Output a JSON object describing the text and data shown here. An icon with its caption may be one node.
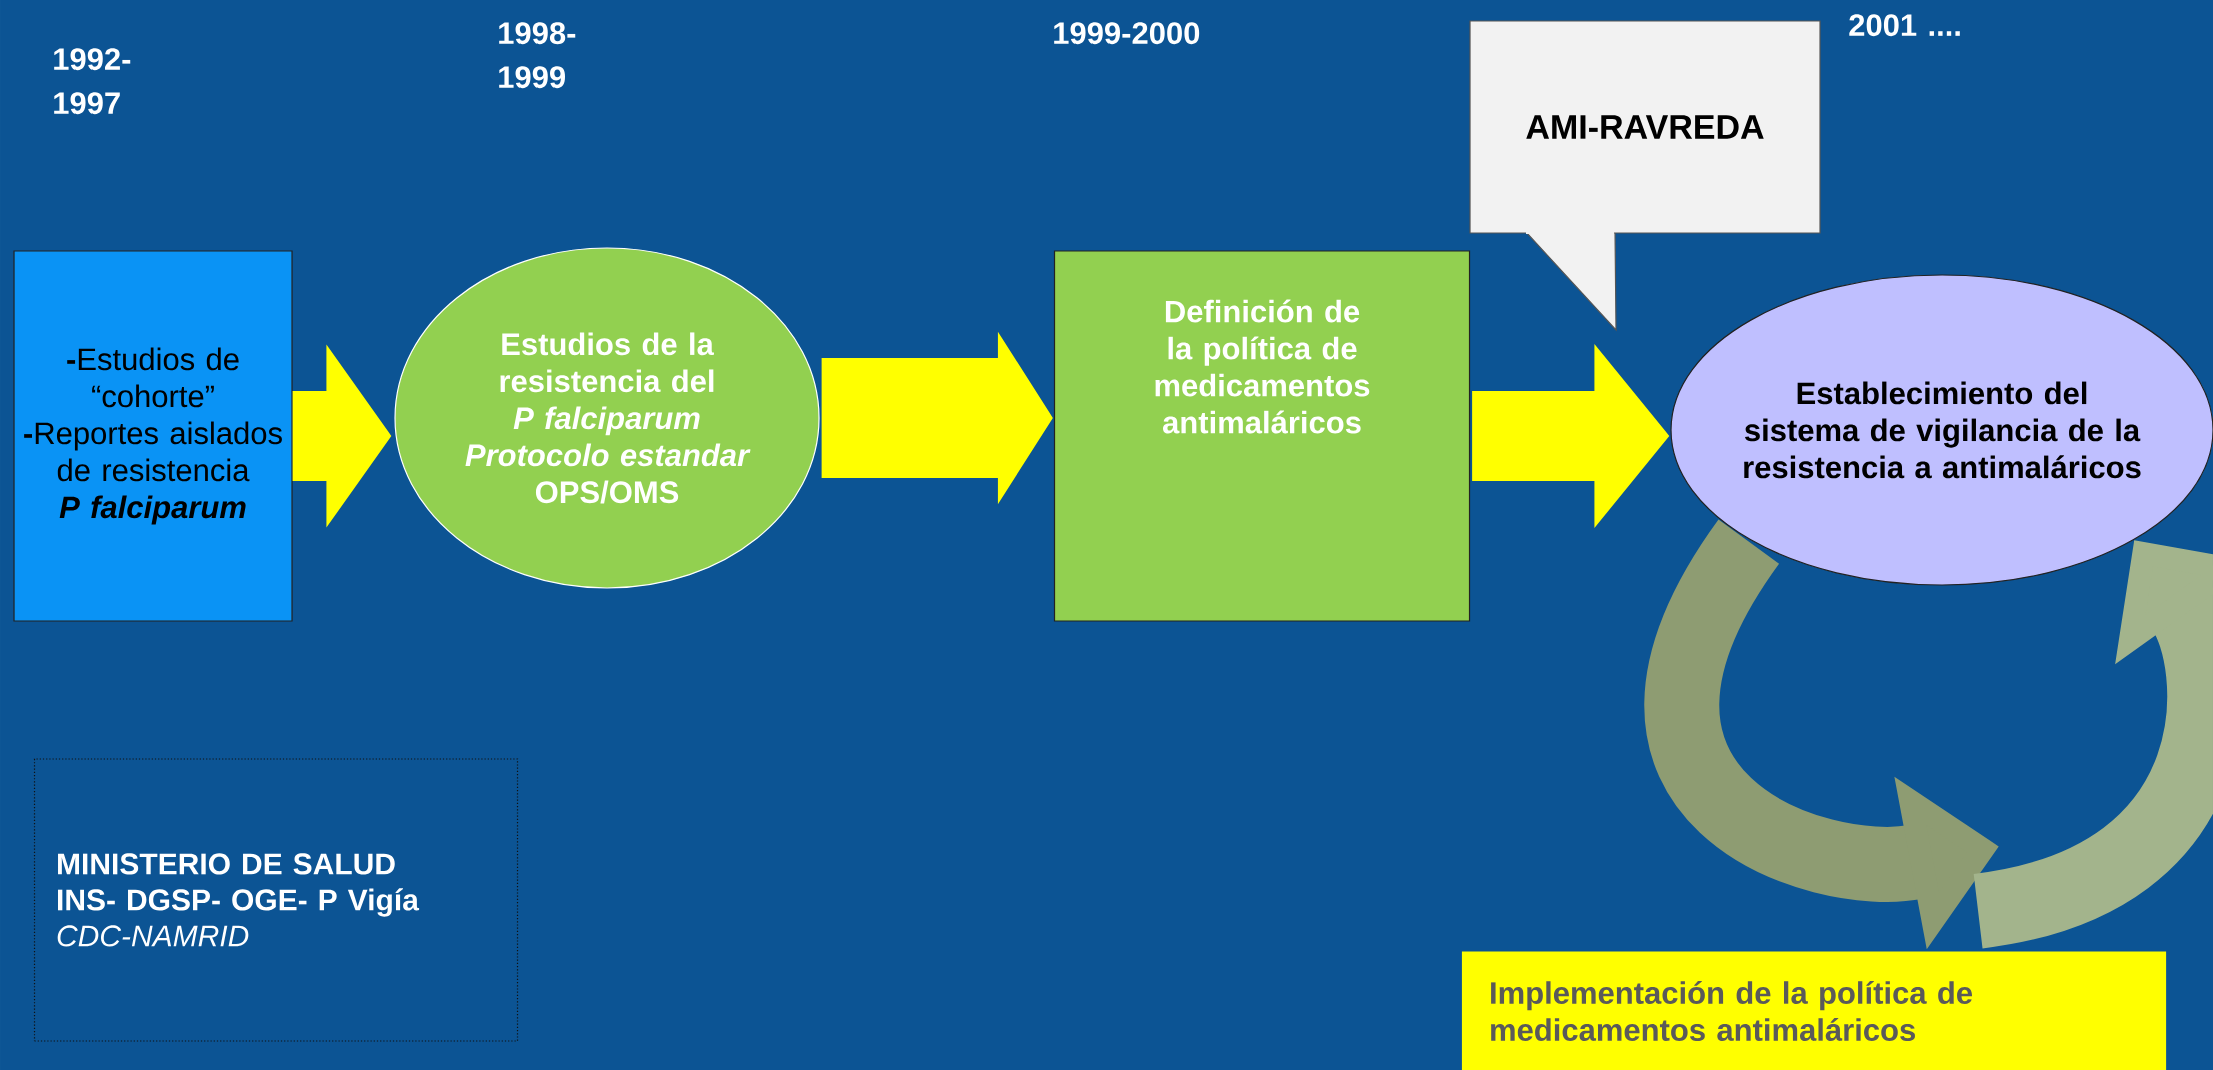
{
  "diagram": {
    "nodes": [
      {
        "text": [
          "**-**Estudios de “cohorte”",
          "**-**Reportes aislados de resistencia",
          "P falciparum"
        ]
      },
      {
        "text": [
          "Estudios de  la resistencia del",
          "P falciparum",
          "Protocolo estandar",
          "OPS/OMS"
        ]
      },
      {
        "text": [
          "Definición de la política de medicamentos antimaláricos"
        ]
      },
      {
        "text": [
          "Establecimiento del sistema de vigilancia de  la resistencia a antimaláricos"
        ]
      },
      {
        "text": [
          "AMI-RAVREDA"
        ]
      },
      {
        "text": [
          "MINISTERIO DE SALUD",
          "INS- DGSP- OGE- P Vigía",
          "CDC-NAMRID"
        ]
      },
      {
        "text": [
          "Implementación de la política de medicamentos antimaláricos"
        ]
      }
    ],
    "edges": [
      {
        "from": 0,
        "to": 1,
        "arrow": "to"
      },
      {
        "from": 1,
        "to": 2,
        "arrow": "to"
      },
      {
        "from": 2,
        "to": 3,
        "arrow": "to"
      },
      {
        "from": 3,
        "to": 6,
        "arrow": "to",
        "color": "#8e9c72"
      },
      {
        "from": 6,
        "to": 3,
        "arrow": "to",
        "color": "#a3b48c"
      }
    ],
    "labels": [
      "1992- 1997",
      "1998- 1999",
      "1999-2000",
      "2001 ...."
    ]
  }
}
